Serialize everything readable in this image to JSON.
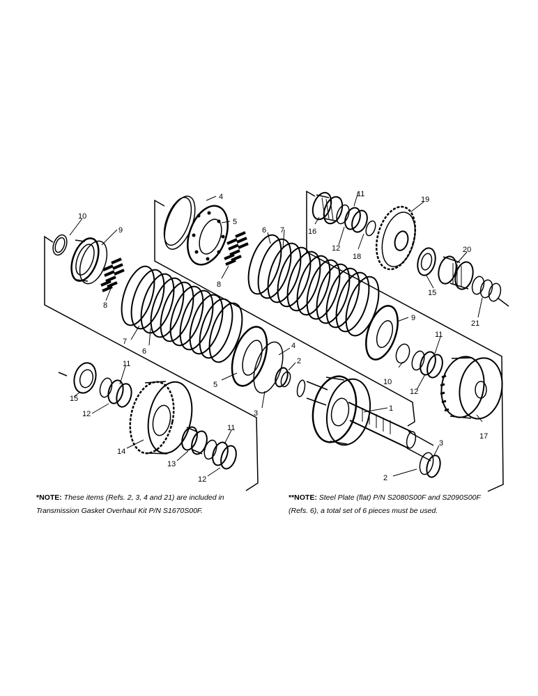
{
  "diagram": {
    "callouts": [
      "1",
      "2",
      "2",
      "3",
      "3",
      "4",
      "4",
      "5",
      "5",
      "6",
      "6",
      "7",
      "7",
      "8",
      "8",
      "9",
      "9",
      "10",
      "10",
      "11",
      "11",
      "11",
      "11",
      "12",
      "12",
      "12",
      "12",
      "13",
      "14",
      "15",
      "15",
      "16",
      "17",
      "18",
      "19",
      "20",
      "21"
    ]
  },
  "notes": {
    "left": {
      "label": "*NOTE:",
      "line1": "These items (Refs. 2, 3, 4 and 21) are included in",
      "line2": "Transmission Gasket Overhaul Kit P/N S1670S00F."
    },
    "right": {
      "label": "**NOTE:",
      "line1": "Steel Plate (flat) P/N S2080S00F and S2090S00F",
      "line2": "(Refs. 6), a total set of 6 pieces must be used."
    }
  }
}
